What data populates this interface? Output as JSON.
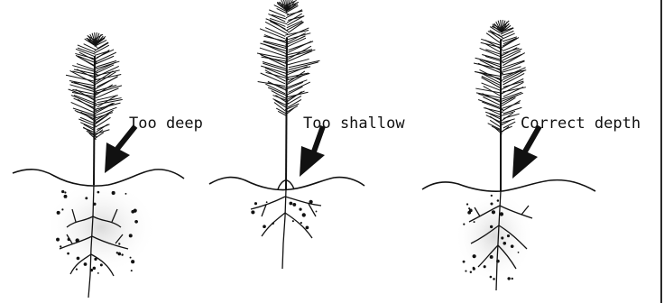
{
  "seedlings": [
    {
      "label": "Too deep"
    },
    {
      "label": "Too shallow"
    },
    {
      "label": "Correct depth"
    }
  ],
  "colors": {
    "ink": "#111111",
    "soil_shade": "#d8d8d8",
    "background": "#ffffff"
  }
}
